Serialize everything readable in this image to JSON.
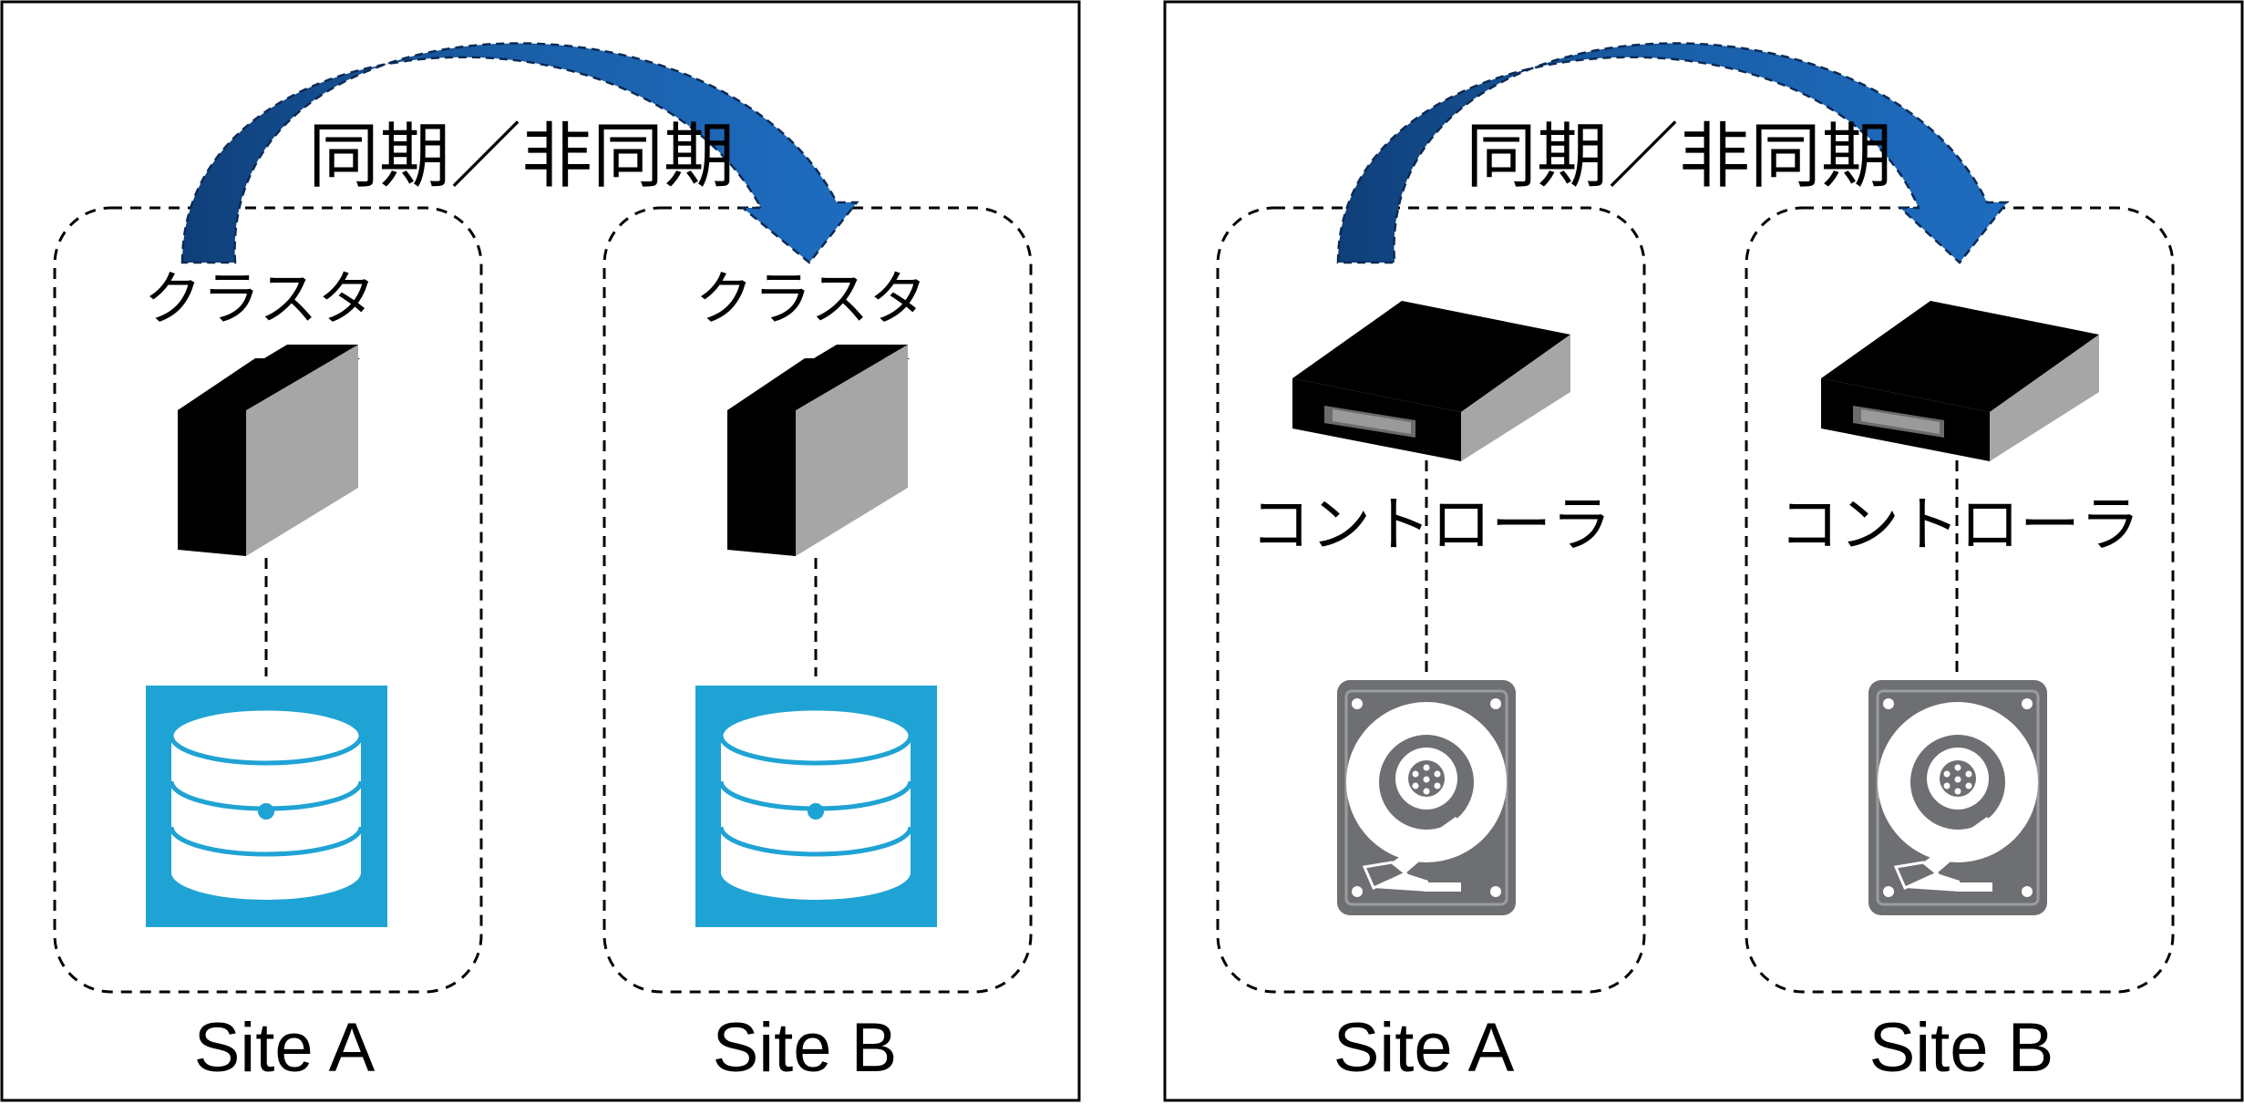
{
  "colors": {
    "arrow": "#1a5fa8",
    "arrow_dark": "#0f3f7a",
    "db_background": "#1fa3d4",
    "server_front": "#000000",
    "server_side": "#a6a6a6",
    "hdd_body": "#6d6f72",
    "frame": "#000000"
  },
  "left_panel": {
    "sync_label": "同期／非同期",
    "sites": [
      {
        "name": "Site A",
        "node_label": "クラスタ",
        "node_icon": "server-block-icon",
        "storage_icon": "database-icon"
      },
      {
        "name": "Site B",
        "node_label": "クラスタ",
        "node_icon": "server-block-icon",
        "storage_icon": "database-icon"
      }
    ]
  },
  "right_panel": {
    "sync_label": "同期／非同期",
    "sites": [
      {
        "name": "Site A",
        "node_label": "コントローラ",
        "node_icon": "storage-controller-icon",
        "storage_icon": "hard-drive-icon"
      },
      {
        "name": "Site B",
        "node_label": "コントローラ",
        "node_icon": "storage-controller-icon",
        "storage_icon": "hard-drive-icon"
      }
    ]
  }
}
